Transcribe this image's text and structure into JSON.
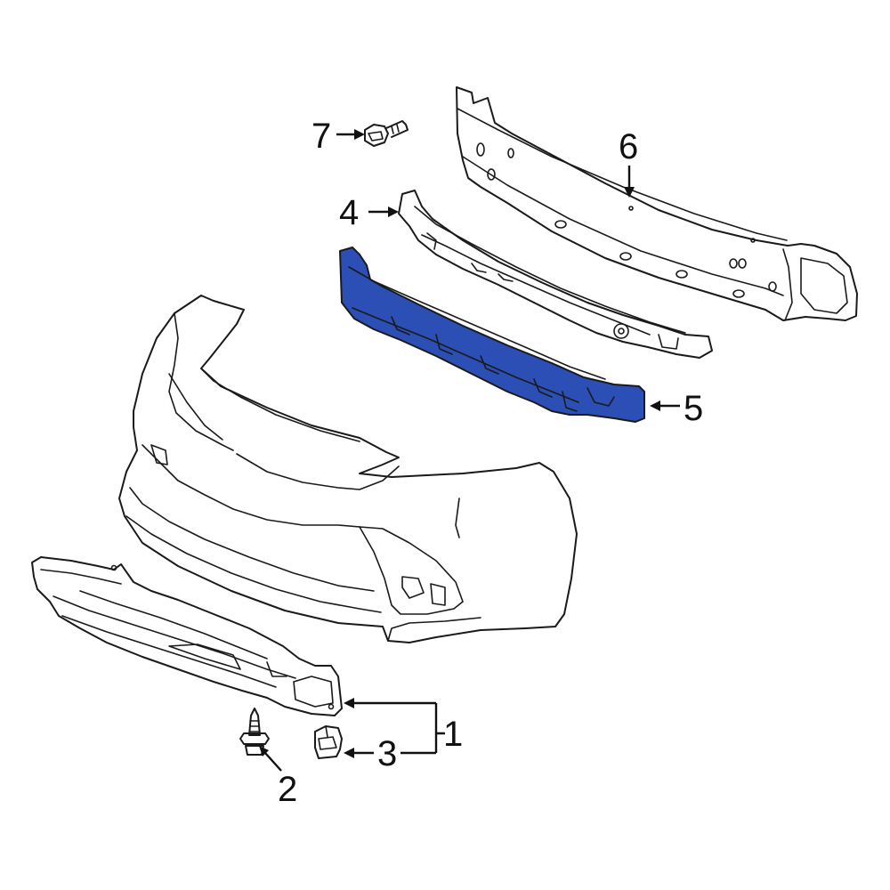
{
  "diagram": {
    "highlight_color": "#2c4fb6",
    "callouts": [
      {
        "id": "c1",
        "label": "1"
      },
      {
        "id": "c2",
        "label": "2"
      },
      {
        "id": "c3",
        "label": "3"
      },
      {
        "id": "c4",
        "label": "4"
      },
      {
        "id": "c5",
        "label": "5"
      },
      {
        "id": "c6",
        "label": "6"
      },
      {
        "id": "c7",
        "label": "7"
      }
    ]
  }
}
